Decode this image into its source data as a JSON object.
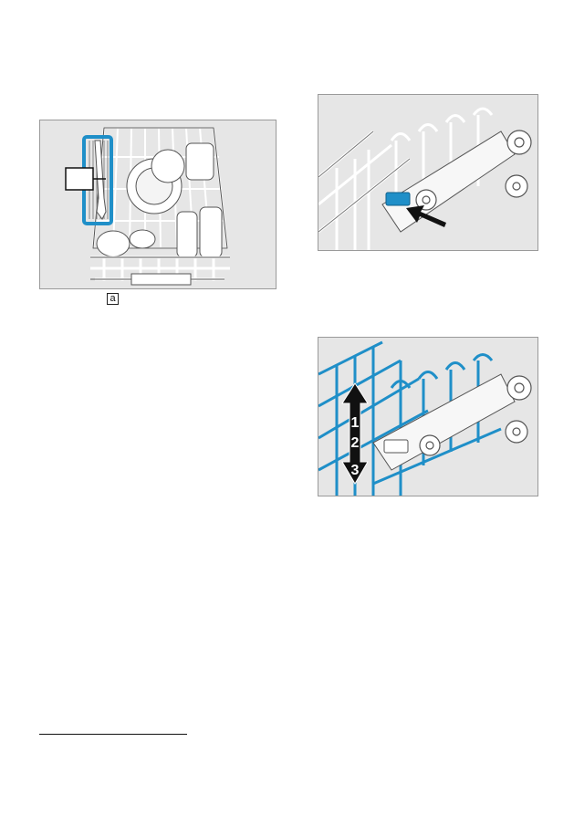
{
  "figure_label": "a",
  "rack_height": {
    "level_1": "1",
    "level_2": "2",
    "level_3": "3"
  },
  "colors": {
    "figure_background": "#e6e6e6",
    "highlight": "#1f8fc8",
    "wire": "#ffffff",
    "outline": "#555555"
  },
  "icons": [
    "cutlery-basket",
    "dish-rack",
    "push-arrow-icon",
    "up-down-arrow-icon"
  ]
}
